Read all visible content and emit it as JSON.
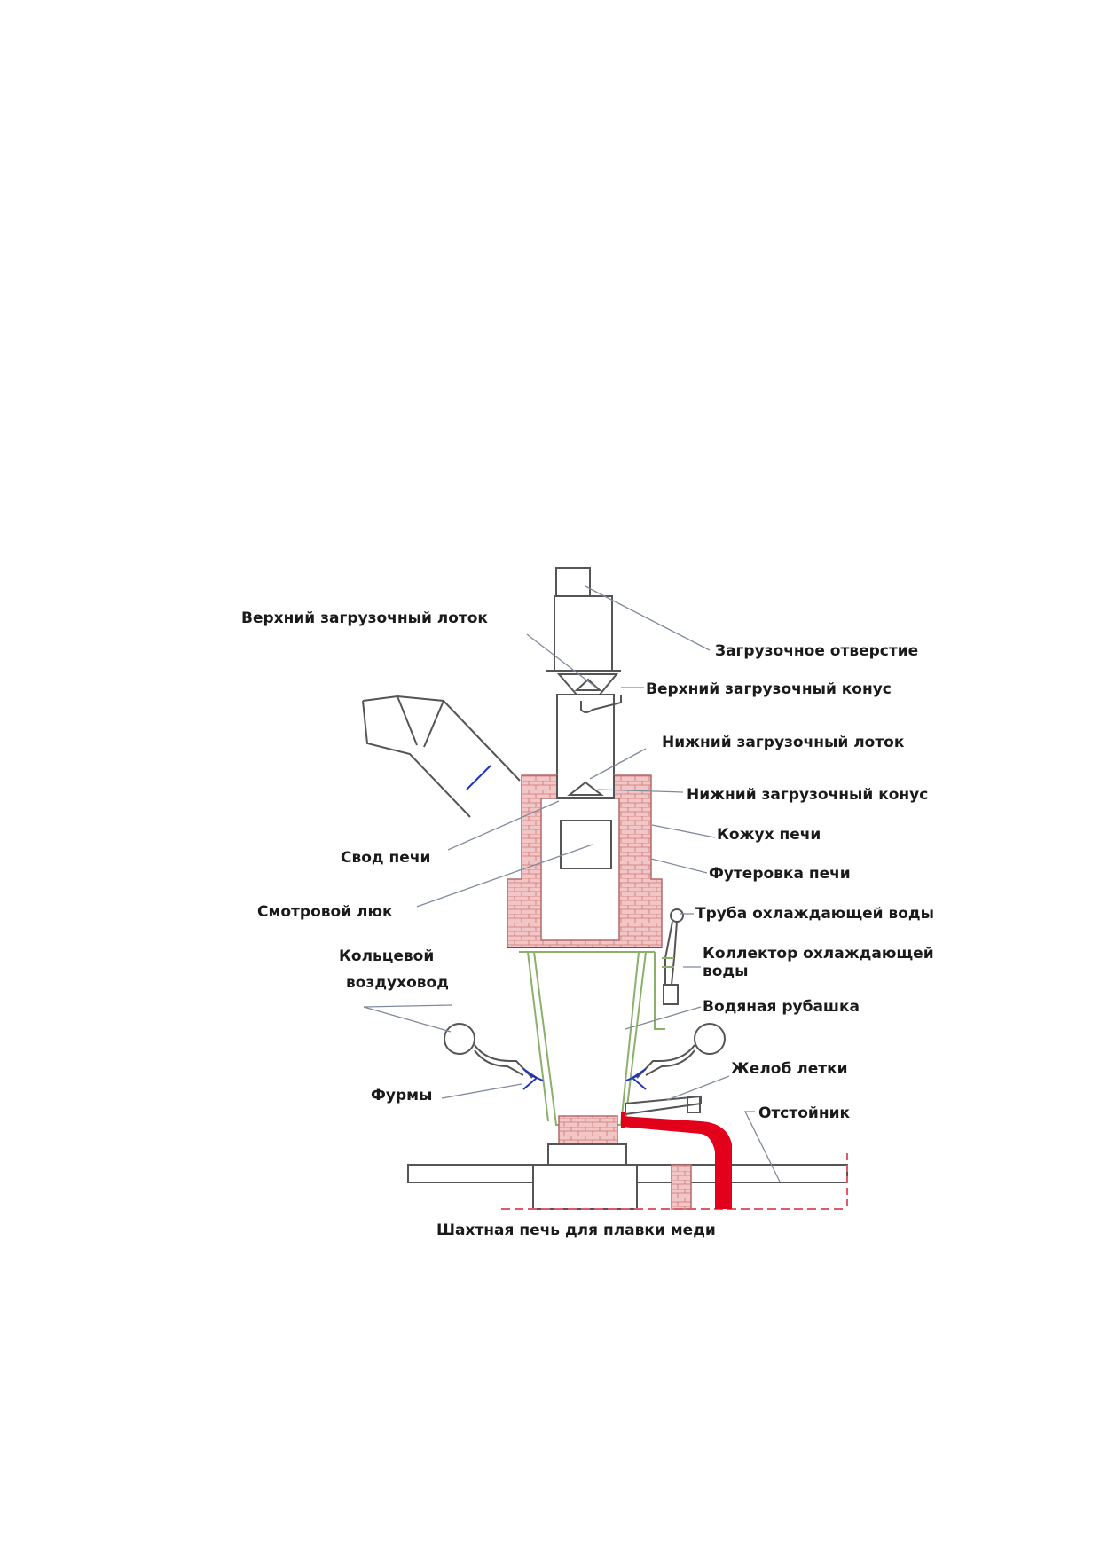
{
  "labels": {
    "upper_tray": "Верхний загрузочный лоток",
    "charging_hole": "Загрузочное отверстие",
    "upper_cone": "Верхний загрузочный конус",
    "lower_tray": "Нижний загрузочный лоток",
    "lower_cone": "Нижний загрузочный конус",
    "roof": "Свод печи",
    "casing": "Кожух печи",
    "lining": "Футеровка печи",
    "inspection_hatch": "Смотровой люк",
    "cooling_pipe": "Труба охлаждающей воды",
    "collector_line1": "Коллектор охлаждающей",
    "collector_line2": "воды",
    "ring_duct_line1": "Кольцевой",
    "ring_duct_line2": "воздуховод",
    "water_jacket": "Водяная рубашка",
    "tap_chute": "Желоб летки",
    "tuyeres": "Фурмы",
    "settler": "Отстойник"
  },
  "caption": "Шахтная печь для плавки меди",
  "colors": {
    "lining": "#f2c6c6",
    "lining_mortar": "#b36a6a",
    "jacket": "#8ab06a",
    "melt": "#e2001a",
    "tuyere": "#2233bb"
  }
}
